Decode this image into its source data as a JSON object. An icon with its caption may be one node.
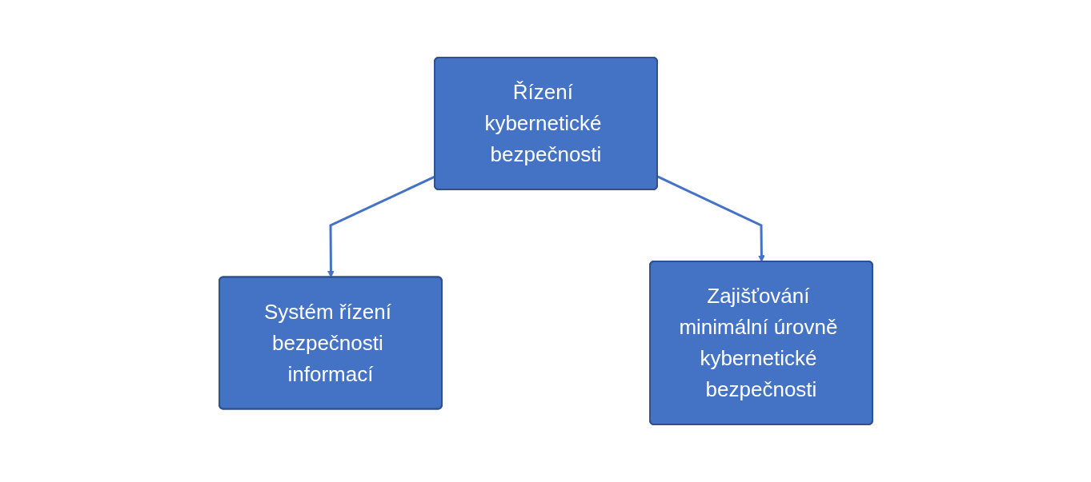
{
  "diagram": {
    "nodes": [
      {
        "text": [
          "Řízení kybernetické bezpečnosti"
        ]
      },
      {
        "text": [
          "Systém řízení bezpečnosti informací"
        ]
      },
      {
        "text": [
          "Zajišťování minimální úrovně kybernetické bezpečnosti"
        ]
      }
    ],
    "edges": [
      {
        "from": 0,
        "to": 1,
        "arrow": "to"
      },
      {
        "from": 0,
        "to": 2,
        "arrow": "to"
      }
    ]
  }
}
